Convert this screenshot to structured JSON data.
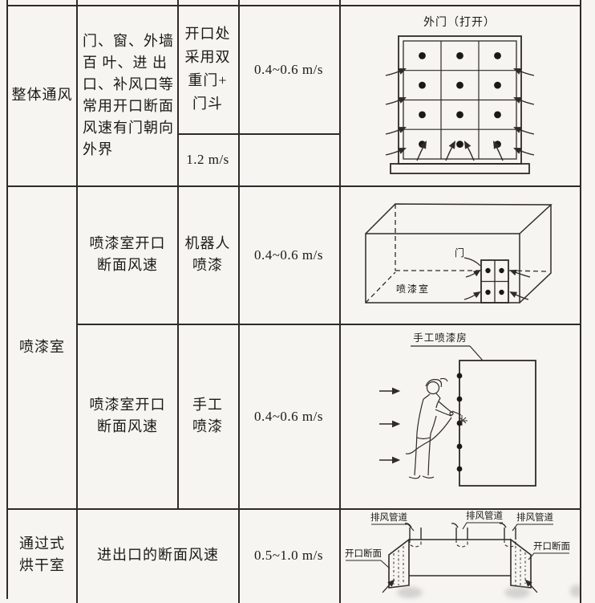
{
  "meta": {
    "bg_color": "#f7f5f1",
    "line_color": "#2e2b28",
    "text_color": "#1b1916"
  },
  "table": {
    "row1": {
      "category": "整体通风",
      "description": "门、窗、外墙\n百 叶、进 出\n口、补风口等\n常用开口断面\n风速有门朝向\n外界",
      "condition_a": "开口处\n采用双\n重门+\n门斗",
      "condition_b": "1.2 m/s",
      "speed_a": "0.4~0.6 m/s",
      "diagram": {
        "title": "外门（打开）"
      }
    },
    "row2": {
      "category": "喷漆室",
      "sub_a": {
        "description": "喷漆室开口\n断面风速",
        "method": "机器人\n喷漆",
        "speed": "0.4~0.6 m/s",
        "diagram": {
          "door_label": "门",
          "room_label": "喷漆室"
        }
      },
      "sub_b": {
        "description": "喷漆室开口\n断面风速",
        "method": "手工\n喷漆",
        "speed": "0.4~0.6 m/s",
        "diagram": {
          "booth_label": "手工喷漆房"
        }
      }
    },
    "row3": {
      "category": "通过式\n烘干室",
      "description": "进出口的断面风速",
      "speed": "0.5~1.0 m/s",
      "diagram": {
        "duct_labels": [
          "排风管道",
          "排风管道",
          "排风管道"
        ],
        "opening_labels": [
          "开口断面",
          "开口断面"
        ]
      }
    }
  }
}
